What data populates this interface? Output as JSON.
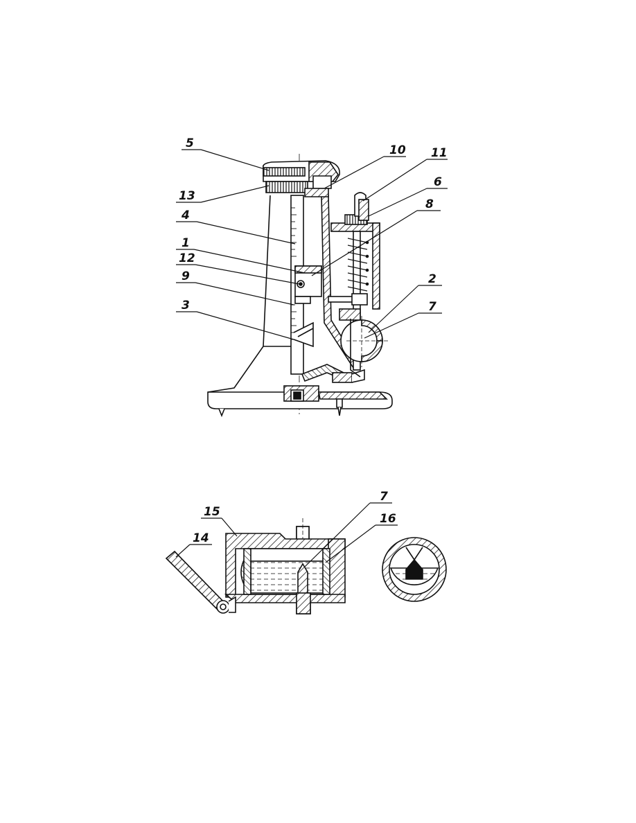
{
  "figure_top": {
    "callouts": [
      {
        "id": "label-5",
        "text": "5"
      },
      {
        "id": "label-13",
        "text": "13"
      },
      {
        "id": "label-4",
        "text": "4"
      },
      {
        "id": "label-1",
        "text": "1"
      },
      {
        "id": "label-12",
        "text": "12"
      },
      {
        "id": "label-9",
        "text": "9"
      },
      {
        "id": "label-3",
        "text": "3"
      },
      {
        "id": "label-10",
        "text": "10"
      },
      {
        "id": "label-11",
        "text": "11"
      },
      {
        "id": "label-6",
        "text": "6"
      },
      {
        "id": "label-8",
        "text": "8"
      },
      {
        "id": "label-2",
        "text": "2"
      },
      {
        "id": "label-7",
        "text": "7"
      }
    ]
  },
  "figure_bottom": {
    "callouts": [
      {
        "id": "label-15",
        "text": "15"
      },
      {
        "id": "label-14",
        "text": "14"
      },
      {
        "id": "label-7b",
        "text": "7"
      },
      {
        "id": "label-16",
        "text": "16"
      }
    ]
  },
  "colors": {
    "ink": "#111111",
    "hatch": "#222222",
    "liquid": "#444444",
    "paper": "#ffffff"
  }
}
